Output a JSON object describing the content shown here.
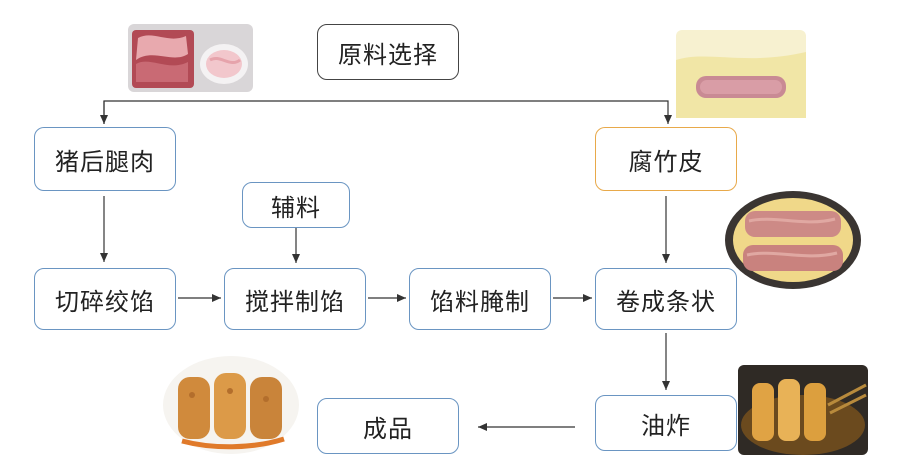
{
  "nodes": {
    "raw_select": "原料选择",
    "pork": "猪后腿肉",
    "tofu_skin": "腐竹皮",
    "accessories": "辅料",
    "mince": "切碎绞馅",
    "mix": "搅拌制馅",
    "marinate": "馅料腌制",
    "roll": "卷成条状",
    "fry": "油炸",
    "product": "成品"
  },
  "colors": {
    "box_border_default": "#6a95c2",
    "box_border_start": "#444444",
    "box_border_highlight": "#e8a94a",
    "arrow": "#333333"
  }
}
